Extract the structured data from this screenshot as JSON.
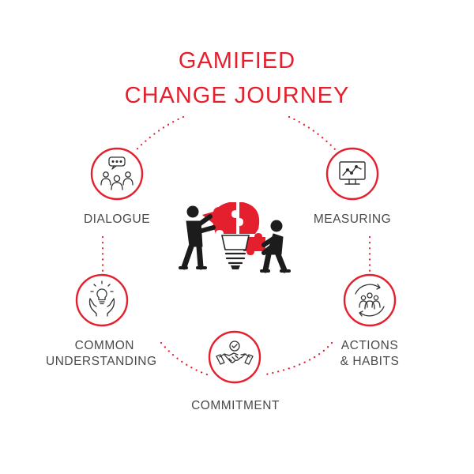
{
  "title": {
    "line1": "GAMIFIED",
    "line2": "CHANGE JOURNEY"
  },
  "colors": {
    "accent": "#e5202e",
    "text": "#4a4a4a",
    "icon": "#333333"
  },
  "steps": {
    "dialogue": {
      "label": "DIALOGUE",
      "icon": "group-chat-icon"
    },
    "measuring": {
      "label": "MEASURING",
      "icon": "monitor-chart-icon"
    },
    "common": {
      "line1": "COMMON",
      "line2": "UNDERSTANDING",
      "icon": "lightbulb-hands-icon"
    },
    "commitment": {
      "label": "COMMITMENT",
      "icon": "handshake-icon"
    },
    "actions": {
      "line1": "ACTIONS",
      "line2": "& HABITS",
      "icon": "team-cycle-icon"
    }
  },
  "center": {
    "icon": "puzzle-lightbulb-icon"
  }
}
